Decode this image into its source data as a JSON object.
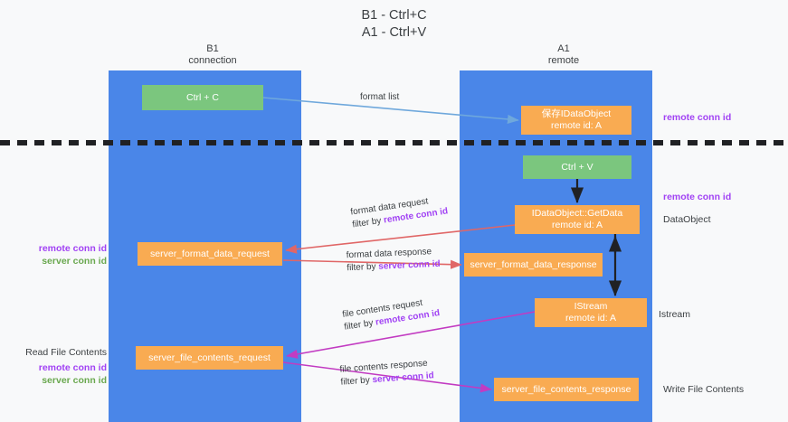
{
  "title": {
    "line1": "B1 - Ctrl+C",
    "line2": "A1 - Ctrl+V"
  },
  "columns": [
    {
      "id": "left",
      "name": "B1",
      "subtitle": "connection",
      "color": "#4a86e8"
    },
    {
      "id": "right",
      "name": "A1",
      "subtitle": "remote",
      "color": "#4a86e8"
    }
  ],
  "nodes": {
    "ctrl_c": {
      "line1": "Ctrl + C",
      "line2": "",
      "color": "#7bc67e"
    },
    "save_idataobject": {
      "line1": "保存IDataObject",
      "line2": "remote id: A",
      "color": "#f9ab52"
    },
    "ctrl_v": {
      "line1": "Ctrl + V",
      "line2": "",
      "color": "#7bc67e"
    },
    "idataobject_getdata": {
      "line1": "IDataObject::GetData",
      "line2": "remote id: A",
      "color": "#f9ab52"
    },
    "server_format_data_request": {
      "line1": "server_format_data_request",
      "line2": "",
      "color": "#f9ab52"
    },
    "server_format_data_response": {
      "line1": "server_format_data_response",
      "line2": "",
      "color": "#f9ab52"
    },
    "istream": {
      "line1": "IStream",
      "line2": "remote id: A",
      "color": "#f9ab52"
    },
    "server_file_contents_request": {
      "line1": "server_file_contents_request",
      "line2": "",
      "color": "#f9ab52"
    },
    "server_file_contents_response": {
      "line1": "server_file_contents_response",
      "line2": "",
      "color": "#f9ab52"
    }
  },
  "edge_labels": {
    "format_list": {
      "text": "format list"
    },
    "format_data_request": {
      "line1": "format data request",
      "line2_prefix": "filter by ",
      "line2_accent": "remote conn id"
    },
    "format_data_response": {
      "line1": "format data response",
      "line2_prefix": "filter by ",
      "line2_accent": "server conn id"
    },
    "file_contents_request": {
      "line1": "file contents request",
      "line2_prefix": "filter by ",
      "line2_accent": "remote conn id"
    },
    "file_contents_response": {
      "line1": "file contents response",
      "line2_prefix": "filter by ",
      "line2_accent": "server conn id"
    }
  },
  "annotations": {
    "left_ids": {
      "remote": "remote conn id",
      "server": "server conn id"
    },
    "left_read": {
      "heading": "Read File Contents",
      "remote": "remote conn id",
      "server": "server conn id"
    },
    "right_remote_top": "remote conn id",
    "right_remote_mid": "remote conn id",
    "right_dataobject": "DataObject",
    "right_istream": "Istream",
    "right_write": "Write File Contents"
  },
  "colors": {
    "lane": "#4a86e8",
    "green_node": "#7bc67e",
    "orange_node": "#f9ab52",
    "purple_text": "#a142f4",
    "green_text": "#6aa84f",
    "arrow_blue": "#6fa8dc",
    "arrow_red": "#e06666",
    "arrow_magenta": "#c23bc2",
    "arrow_black": "#202124",
    "background": "#f8f9fa"
  }
}
